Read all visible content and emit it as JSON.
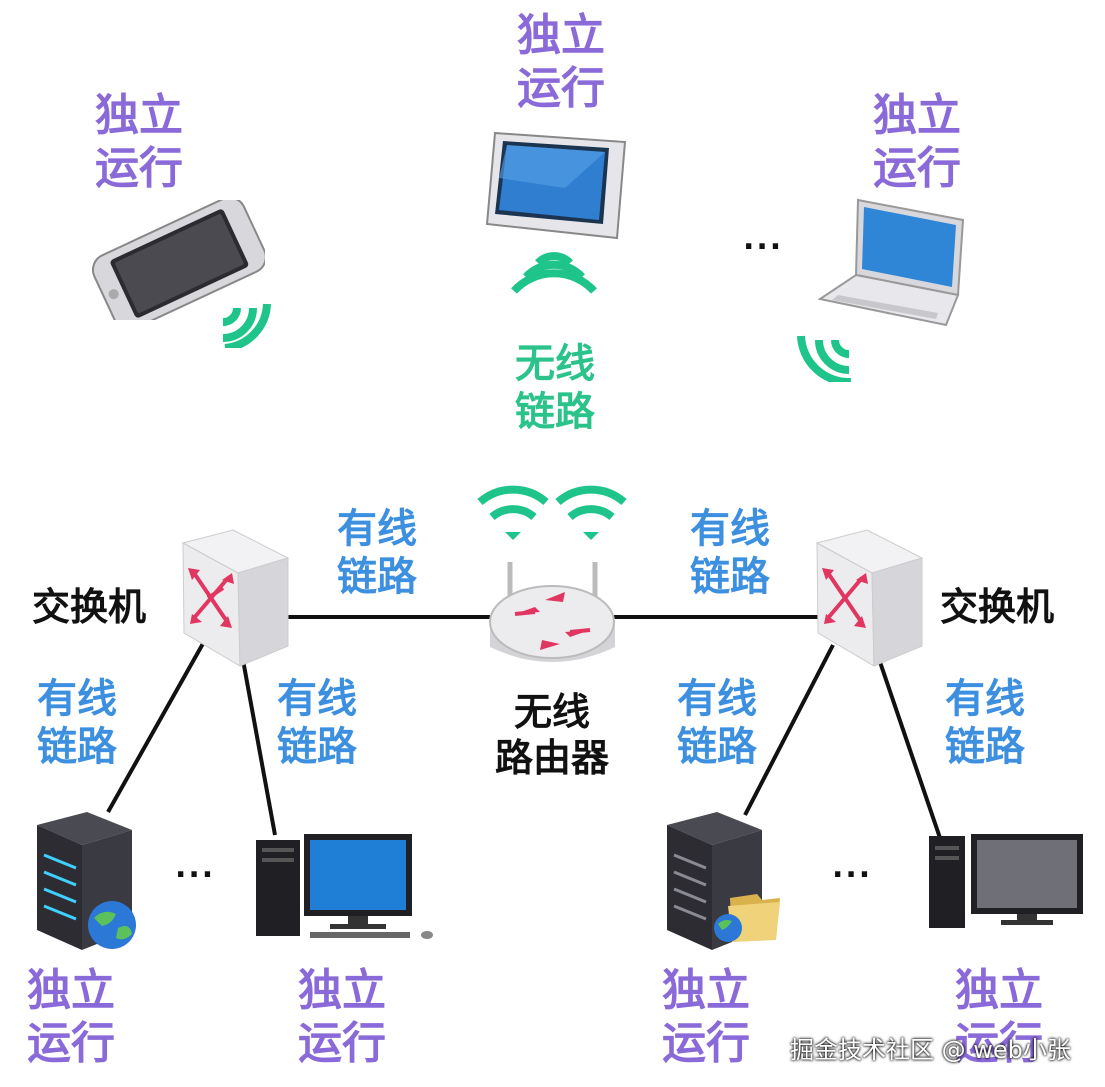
{
  "labels": {
    "standalone": "独立\n运行",
    "wired_link": "有线\n链路",
    "wireless_link": "无线\n链路",
    "switch": "交换机",
    "router": "无线\n路由器"
  },
  "ellipsis": "...",
  "watermark": "掘金技术社区 @ web小张",
  "colors": {
    "standalone_text": "#8a6ad8",
    "wired_text": "#3d8fe0",
    "wireless_text": "#2cc38a",
    "wifi_signal": "#1ec48a",
    "switch_arrow": "#e0365f"
  }
}
